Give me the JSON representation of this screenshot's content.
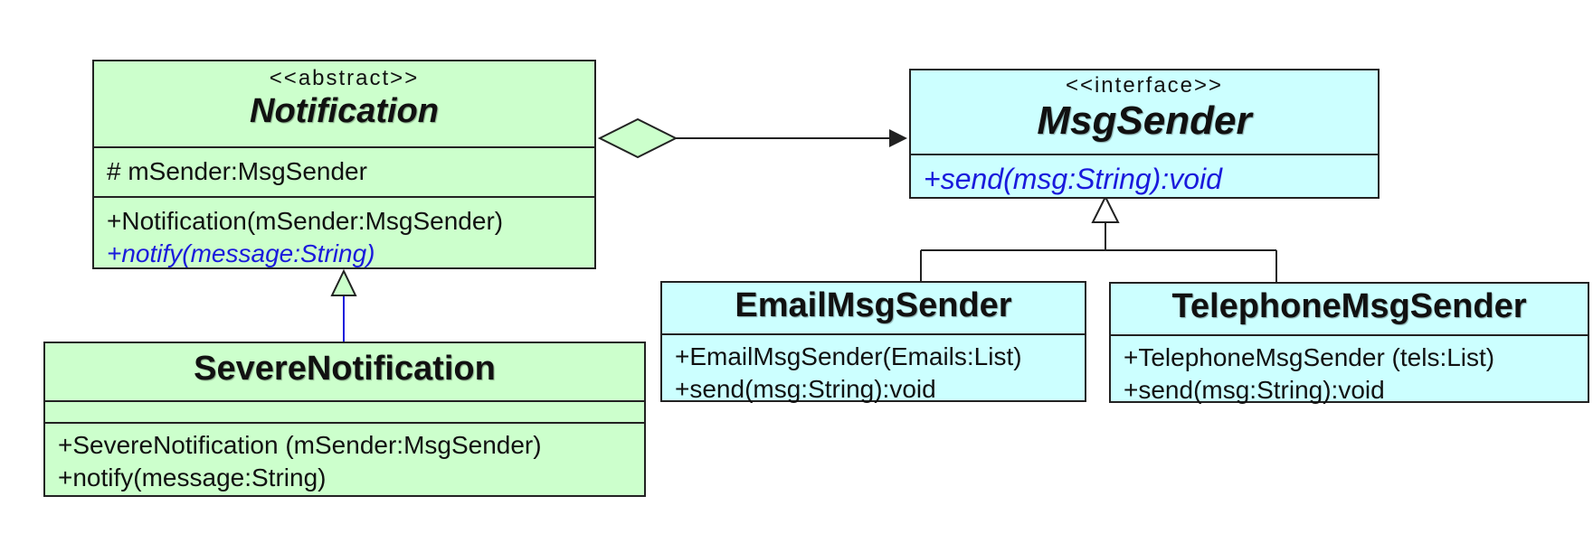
{
  "colors": {
    "abstract_fill": "#ccffcc",
    "interface_fill": "#ccffff",
    "abstract_op": "#1a1adc",
    "inheritance_line": "#1a1adc",
    "border": "#222222"
  },
  "classes": {
    "notification": {
      "stereotype": "<<abstract>>",
      "name": "Notification",
      "attribute": "# mSender:MsgSender",
      "constructor": "+Notification(mSender:MsgSender)",
      "operation": "+notify(message:String)"
    },
    "severe_notification": {
      "name": "SevereNotification",
      "constructor": "+SevereNotification (mSender:MsgSender)",
      "operation": "+notify(message:String)"
    },
    "msg_sender": {
      "stereotype": "<<interface>>",
      "name": "MsgSender",
      "operation": "+send(msg:String):void"
    },
    "email_msg_sender": {
      "name": "EmailMsgSender",
      "constructor": "+EmailMsgSender(Emails:List)",
      "operation": "+send(msg:String):void"
    },
    "telephone_msg_sender": {
      "name": "TelephoneMsgSender",
      "constructor": "+TelephoneMsgSender (tels:List)",
      "operation": "+send(msg:String):void"
    }
  },
  "relations": [
    {
      "type": "aggregation",
      "from": "Notification",
      "to": "MsgSender"
    },
    {
      "type": "inheritance",
      "from": "SevereNotification",
      "to": "Notification"
    },
    {
      "type": "realization",
      "from": "EmailMsgSender",
      "to": "MsgSender"
    },
    {
      "type": "realization",
      "from": "TelephoneMsgSender",
      "to": "MsgSender"
    }
  ]
}
